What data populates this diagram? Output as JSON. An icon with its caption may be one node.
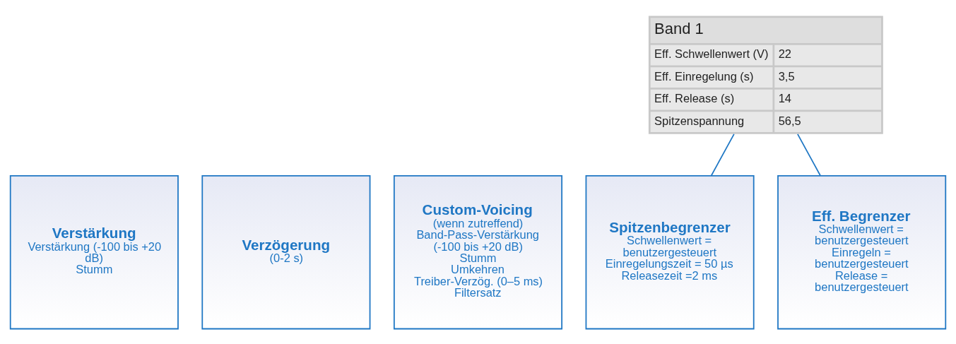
{
  "diagram": {
    "nodes": [
      {
        "text": [
          "Band 1",
          "Eff. Schwellenwert (V)",
          "22",
          "Eff. Einregelung (s)",
          "3,5",
          "Eff. Release (s)",
          "14",
          "Spitzenspannung",
          "56,5"
        ]
      },
      {
        "text": [
          "Verstärkung",
          "Verstärkung (-100 bis +20 dB)",
          "Stumm"
        ]
      },
      {
        "text": [
          "Verzögerung",
          "(0-2 s)"
        ]
      },
      {
        "text": [
          "Custom-Voicing",
          "(wenn zutreffend)",
          "Band-Pass-Verstärkung (-100 bis +20 dB)",
          "Stumm",
          "Umkehren",
          "Treiber-Verzög. (0–5 ms)",
          "Filtersatz"
        ]
      },
      {
        "text": [
          "Spitzenbegrenzer",
          "Schwellenwert = benutzergesteuert",
          "Einregelungszeit = 50 µs",
          "Releasezeit =2 ms"
        ]
      },
      {
        "text": [
          "Eff. Begrenzer",
          "Schwellenwert = benutzergesteuert",
          "Einregeln = benutzergesteuert",
          "Release = benutzergesteuert"
        ]
      }
    ],
    "edges": [
      {
        "from": 0,
        "to": 4,
        "arrow": "none"
      },
      {
        "from": 0,
        "to": 5,
        "arrow": "none"
      }
    ]
  }
}
